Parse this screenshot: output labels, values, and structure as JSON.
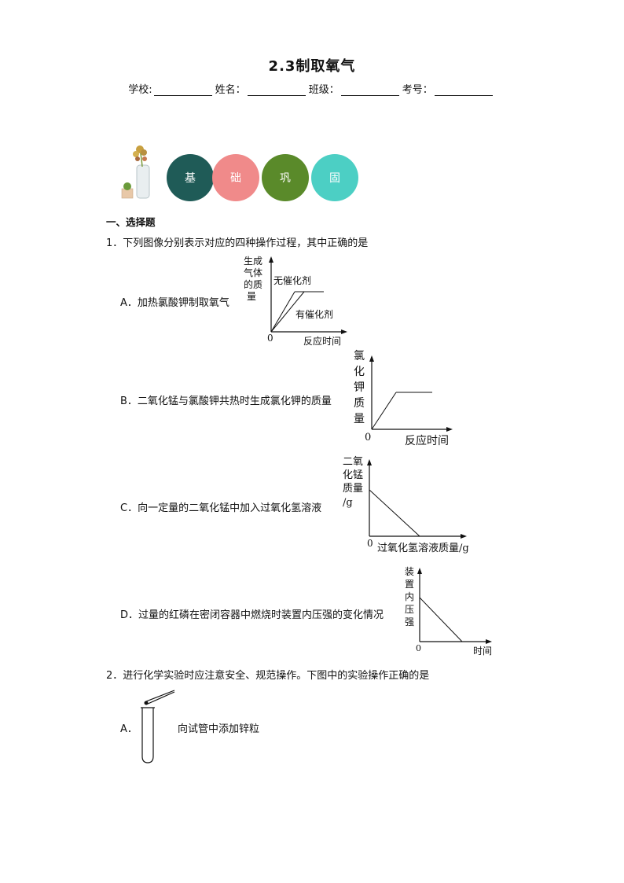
{
  "header": {
    "title": "2.3制取氧气",
    "fields": [
      {
        "label": "学校:"
      },
      {
        "label": "姓名："
      },
      {
        "label": "班级："
      },
      {
        "label": "考号："
      }
    ]
  },
  "banner": {
    "badges": [
      {
        "char": "基",
        "color": "#1f5b57"
      },
      {
        "char": "础",
        "color": "#f08a8a"
      },
      {
        "char": "巩",
        "color": "#5a8a2a"
      },
      {
        "char": "固",
        "color": "#4ccfc4"
      }
    ]
  },
  "section": {
    "title": "一、选择题"
  },
  "q1": {
    "stem": "1．下列图像分别表示对应的四种操作过程，其中正确的是",
    "options": [
      {
        "label": "A．加热氯酸钾制取氧气",
        "chart": {
          "ylabel": [
            "生成",
            "气体",
            "的质",
            "量"
          ],
          "xlabel": "反应时间",
          "origin": "0",
          "series": [
            "无催化剂",
            "有催化剂"
          ]
        }
      },
      {
        "label": "B．二氧化锰与氯酸钾共热时生成氯化钾的质量",
        "chart": {
          "ylabel": [
            "氯",
            "化",
            "钾",
            "质",
            "量"
          ],
          "xlabel": "反应时间",
          "origin": "0"
        }
      },
      {
        "label": "C．向一定量的二氧化锰中加入过氧化氢溶液",
        "chart": {
          "ylabel": [
            "二氧",
            "化锰",
            "质量",
            "/g"
          ],
          "xlabel": "过氧化氢溶液质量/g",
          "origin": "0"
        }
      },
      {
        "label": "D．过量的红磷在密闭容器中燃烧时装置内压强的变化情况",
        "chart": {
          "ylabel": [
            "装",
            "置",
            "内",
            "压",
            "强"
          ],
          "xlabel": "时间",
          "origin": "0"
        }
      }
    ]
  },
  "q2": {
    "stem": "2．进行化学实验时应注意安全、规范操作。下图中的实验操作正确的是",
    "options": [
      {
        "label": "A．",
        "caption": "向试管中添加锌粒"
      }
    ]
  },
  "icons": {
    "plant": "plant-vase-icon",
    "tube": "test-tube-tweezers-icon"
  }
}
